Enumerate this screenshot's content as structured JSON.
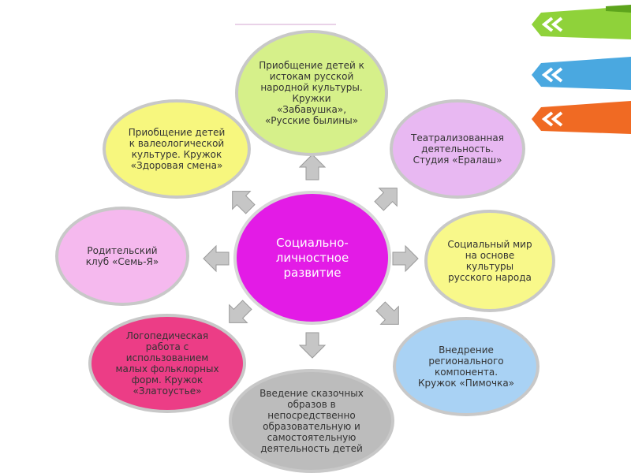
{
  "center": {
    "label": "Социально-личностное развитие"
  },
  "nodes": {
    "top": "Приобщение детей к истокам русской народной культуры. Кружки «Забавушка», «Русские былины»",
    "top_left": "Приобщение детей к валеологической культуре. Кружок «Здоровая смена»",
    "top_right": "Театрализованная деятельность. Студия «Ералаш»",
    "left": "Родительский клуб «Семь-Я»",
    "right": "Социальный мир на основе культуры русского народа",
    "bottom_left": "Логопедическая работа с использованием малых фольклорных форм. Кружок «Златоустье»",
    "bottom_right": "Внедрение регионального компонента. Кружок «Пимочка»",
    "bottom": "Введение сказочных образов в непосредственно образовательную и самостоятельную деятельность детей"
  },
  "colors": {
    "center": "#e31be6",
    "top": "#d6f08a",
    "top_left": "#f7f77e",
    "top_right": "#e8b8f2",
    "left": "#f5b9ee",
    "right": "#f8f88a",
    "bottom_left": "#ec3d86",
    "bottom_right": "#a9d2f4",
    "bottom": "#bcbcbc",
    "arrow": "#c6c6c6",
    "ribbon_green": "#8fd23a",
    "ribbon_blue": "#4aa8e0",
    "ribbon_orange": "#f06a23"
  },
  "icons": {
    "arrows": "chevron-arrow-icon",
    "ribbons": "double-chevron-icon"
  }
}
